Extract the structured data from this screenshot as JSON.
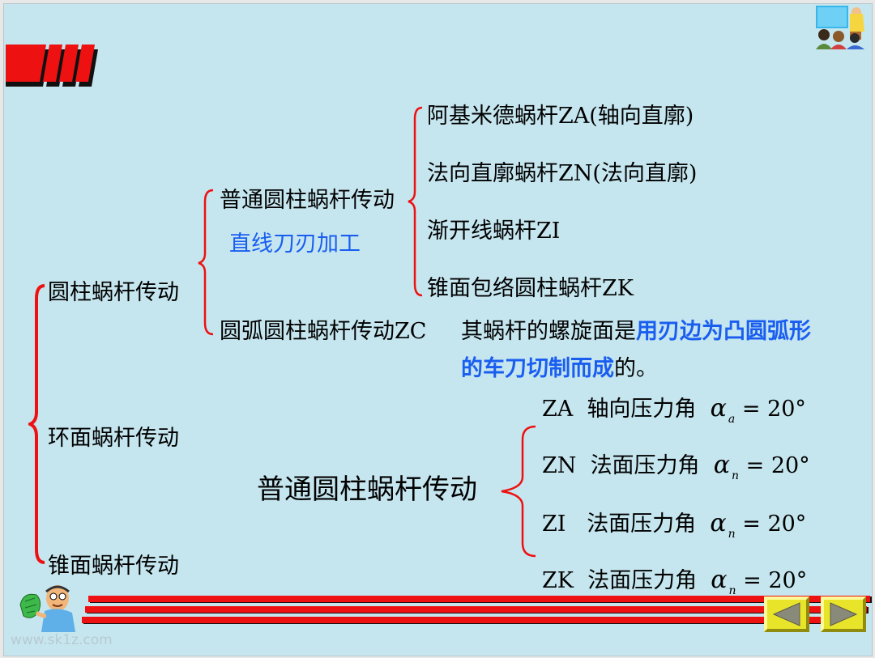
{
  "colors": {
    "background": "#c6e6ef",
    "accent_red": "#ee1111",
    "highlight_blue": "#1a5ef0",
    "nav_button": "#e8e42a"
  },
  "left_column": {
    "cylindrical": "圆柱蜗杆传动",
    "toroidal": "环面蜗杆传动",
    "conical": "锥面蜗杆传动"
  },
  "middle_column": {
    "ordinary": "普通圆柱蜗杆传动",
    "straight_blade": "直线刀刃加工",
    "arc": "圆弧圆柱蜗杆传动ZC"
  },
  "right_column": {
    "za": "阿基米德蜗杆ZA(轴向直廓)",
    "zn": "法向直廓蜗杆ZN(法向直廓)",
    "zi": "渐开线蜗杆ZI",
    "zk": "锥面包络圆柱蜗杆ZK"
  },
  "arc_note": {
    "prefix": "其蜗杆的螺旋面是",
    "highlight_1": "用刃边为凸圆弧形",
    "highlight_2": "的车刀切制而成",
    "suffix": "的。"
  },
  "pressure": {
    "title": "普通圆柱蜗杆传动",
    "rows": [
      {
        "code": "ZA",
        "name": "轴向压力角",
        "symbol": "α",
        "subscript": "a",
        "value": "= 20°"
      },
      {
        "code": "ZN",
        "name": "法面压力角",
        "symbol": "α",
        "subscript": "n",
        "value": "= 20°"
      },
      {
        "code": "ZI",
        "name": "法面压力角",
        "symbol": "α",
        "subscript": "n",
        "value": "= 20°"
      },
      {
        "code": "ZK",
        "name": "法面压力角",
        "symbol": "α",
        "subscript": "n",
        "value": "= 20°"
      }
    ]
  },
  "watermark": "www.sk1z.com",
  "icons": {
    "top_right": "teacher-class-icon",
    "bottom_left": "professor-icon",
    "prev": "prev-arrow-icon",
    "next": "next-arrow-icon"
  }
}
